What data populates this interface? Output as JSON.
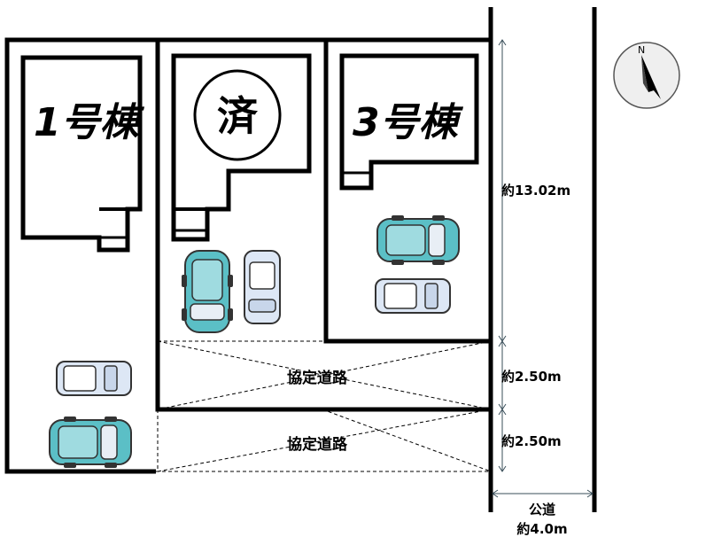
{
  "lots": {
    "lot1": {
      "label": "1号棟"
    },
    "lot2": {
      "label": "済"
    },
    "lot3": {
      "label": "3号棟"
    }
  },
  "roads": {
    "private_road_upper": "協定道路",
    "private_road_lower": "協定道路",
    "public_road_name": "公道",
    "public_road_width": "約4.0m"
  },
  "dimensions": {
    "depth": "約13.02m",
    "road_upper_width": "約2.50m",
    "road_lower_width": "約2.50m"
  },
  "compass": {
    "north": "N"
  },
  "colors": {
    "line": "#000000",
    "car_teal": "#5bbfc6",
    "car_white": "#dde7f5",
    "car_outline": "#333333",
    "dim_line": "#3a4f5a",
    "compass_bg": "#efefef"
  }
}
